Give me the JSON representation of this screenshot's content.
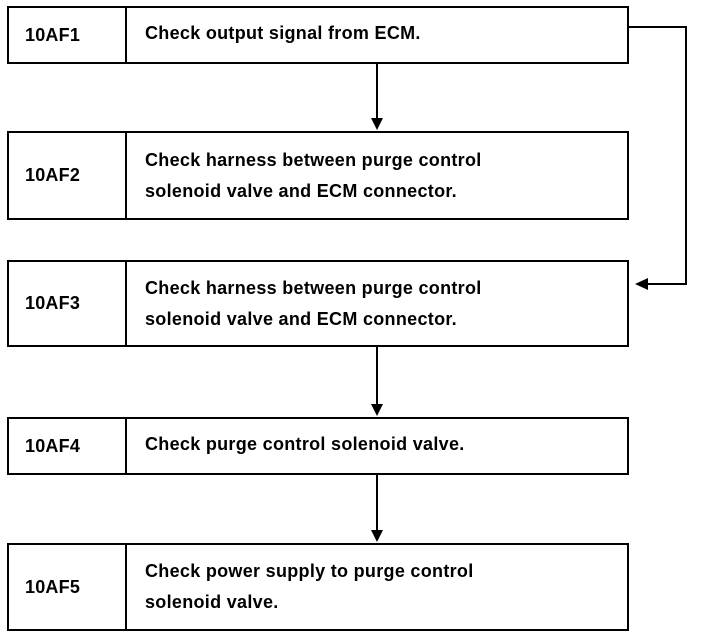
{
  "steps": [
    {
      "code": "10AF1",
      "text": "Check output signal from ECM."
    },
    {
      "code": "10AF2",
      "text": "Check harness between purge control\nsolenoid valve and ECM connector."
    },
    {
      "code": "10AF3",
      "text": "Check harness between purge control\nsolenoid valve and ECM connector."
    },
    {
      "code": "10AF4",
      "text": "Check purge control solenoid valve."
    },
    {
      "code": "10AF5",
      "text": "Check power supply to purge control\nsolenoid valve."
    }
  ]
}
